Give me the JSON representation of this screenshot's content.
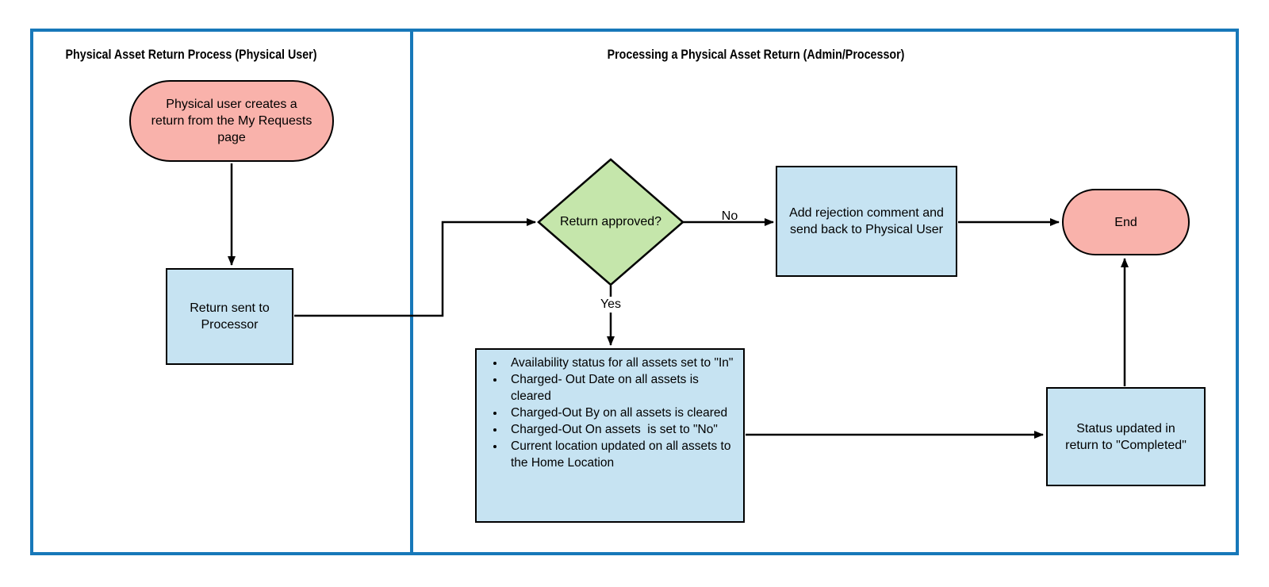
{
  "lanes": {
    "left": {
      "title": "Physical Asset Return Process (Physical User)"
    },
    "right": {
      "title": "Processing a Physical Asset Return (Admin/Processor)"
    }
  },
  "nodes": {
    "start": {
      "label": "Physical user creates a return from the My Requests page"
    },
    "return_sent": {
      "label": "Return sent to Processor"
    },
    "decision": {
      "label": "Return approved?"
    },
    "rejection": {
      "label": "Add rejection comment and send back to Physical User"
    },
    "end": {
      "label": "End"
    },
    "actions": {
      "items": [
        "Availability status for all assets set to \"In\"",
        "Charged- Out Date on all assets is cleared",
        "Charged-Out By on all assets is cleared",
        "Charged-Out On assets  is set to \"No\"",
        "Current location updated on all assets to the Home Location"
      ]
    },
    "status": {
      "label": "Status updated in return to \"Completed\""
    }
  },
  "edges": {
    "no_label": "No",
    "yes_label": "Yes"
  },
  "colors": {
    "terminator_fill": "#F9B2AB",
    "process_fill": "#C6E3F2",
    "decision_fill": "#C5E6AB",
    "lane_border": "#1778B9",
    "shape_border": "#000000",
    "connector": "#000000"
  }
}
